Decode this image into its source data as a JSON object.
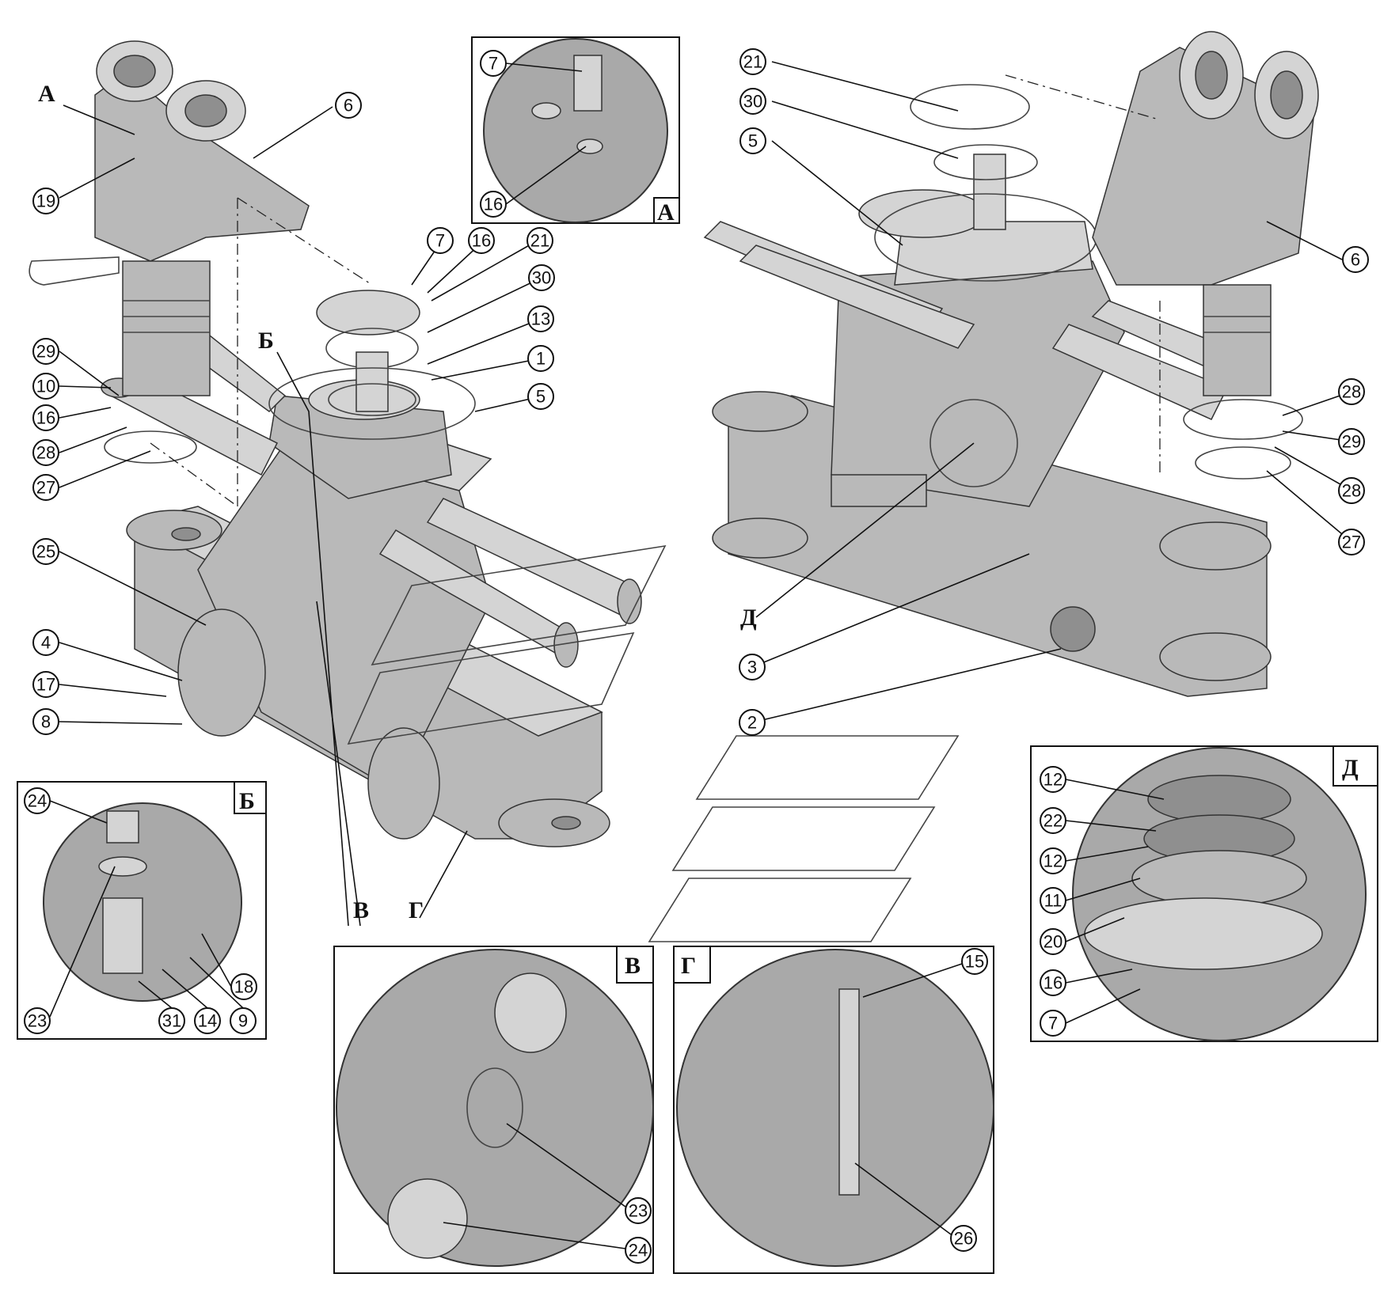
{
  "detail_letters": {
    "A": "А",
    "B": "Б",
    "V": "В",
    "G": "Г",
    "D": "Д"
  },
  "callouts": {
    "left": [
      "6",
      "19",
      "7",
      "16",
      "21",
      "30",
      "13",
      "1",
      "5",
      "29",
      "10",
      "16",
      "28",
      "27",
      "25",
      "4",
      "17",
      "8"
    ],
    "right": [
      "21",
      "30",
      "5",
      "6",
      "28",
      "29",
      "28",
      "27",
      "3",
      "2"
    ],
    "detail_A": [
      "7",
      "16"
    ],
    "detail_B": [
      "24",
      "23",
      "31",
      "14",
      "9",
      "18"
    ],
    "detail_V": [
      "23",
      "24"
    ],
    "detail_G": [
      "15",
      "26"
    ],
    "detail_D": [
      "12",
      "22",
      "12",
      "11",
      "20",
      "16",
      "7"
    ]
  },
  "colors": {
    "steel": "#b9b9b9",
    "steel_dark": "#8f8f8f",
    "background": "#ffffff",
    "line": "#111111"
  }
}
